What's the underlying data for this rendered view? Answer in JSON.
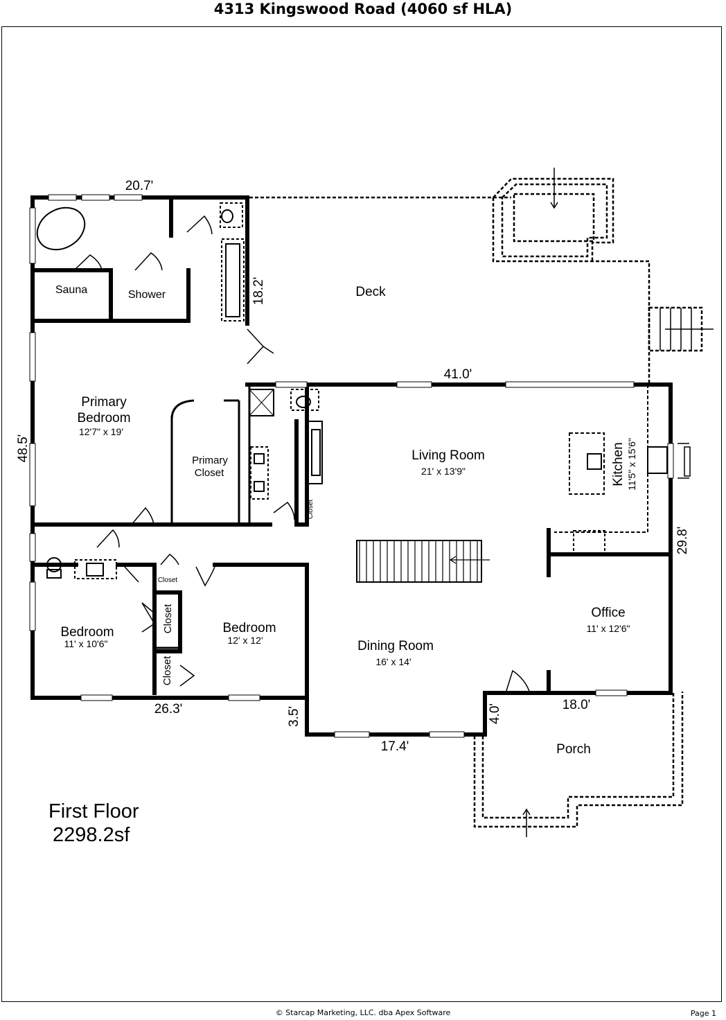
{
  "header": {
    "title": "4313 Kingswood Road (4060 sf HLA)"
  },
  "floor": {
    "name": "First Floor",
    "area": "2298.2sf"
  },
  "rooms": {
    "deck": {
      "name": "Deck"
    },
    "sauna": {
      "name": "Sauna"
    },
    "shower": {
      "name": "Shower"
    },
    "primary_bedroom": {
      "name_line1": "Primary",
      "name_line2": "Bedroom",
      "size": "12'7\" x 19'"
    },
    "primary_closet": {
      "name_line1": "Primary",
      "name_line2": "Closet"
    },
    "living_room": {
      "name": "Living Room",
      "size": "21' x 13'9\""
    },
    "kitchen": {
      "name": "Kitchen",
      "size": "11'5\" x 15'6\""
    },
    "office": {
      "name": "Office",
      "size": "11' x 12'6\""
    },
    "dining_room": {
      "name": "Dining Room",
      "size": "16' x 14'"
    },
    "bedroom_left": {
      "name": "Bedroom",
      "size": "11' x 10'6\""
    },
    "bedroom_mid": {
      "name": "Bedroom",
      "size": "12' x 12'"
    },
    "porch": {
      "name": "Porch"
    },
    "closet_small": {
      "name": "Closet"
    },
    "closet_upper": {
      "name": "Closet"
    },
    "closet_lower": {
      "name": "Closet"
    },
    "closet_living": {
      "name": "Closet"
    }
  },
  "dimensions": {
    "top_left": "20.7'",
    "bath_right": "18.2'",
    "living_top": "41.0'",
    "left_side": "48.5'",
    "kitchen_right": "29.8'",
    "bottom_left": "26.3'",
    "step_down": "3.5'",
    "dining_bottom": "17.4'",
    "porch_step": "4.0'",
    "porch_top": "18.0'"
  },
  "footer": {
    "copyright": "© Starcap Marketing, LLC. dba Apex Software",
    "page": "Page 1"
  }
}
